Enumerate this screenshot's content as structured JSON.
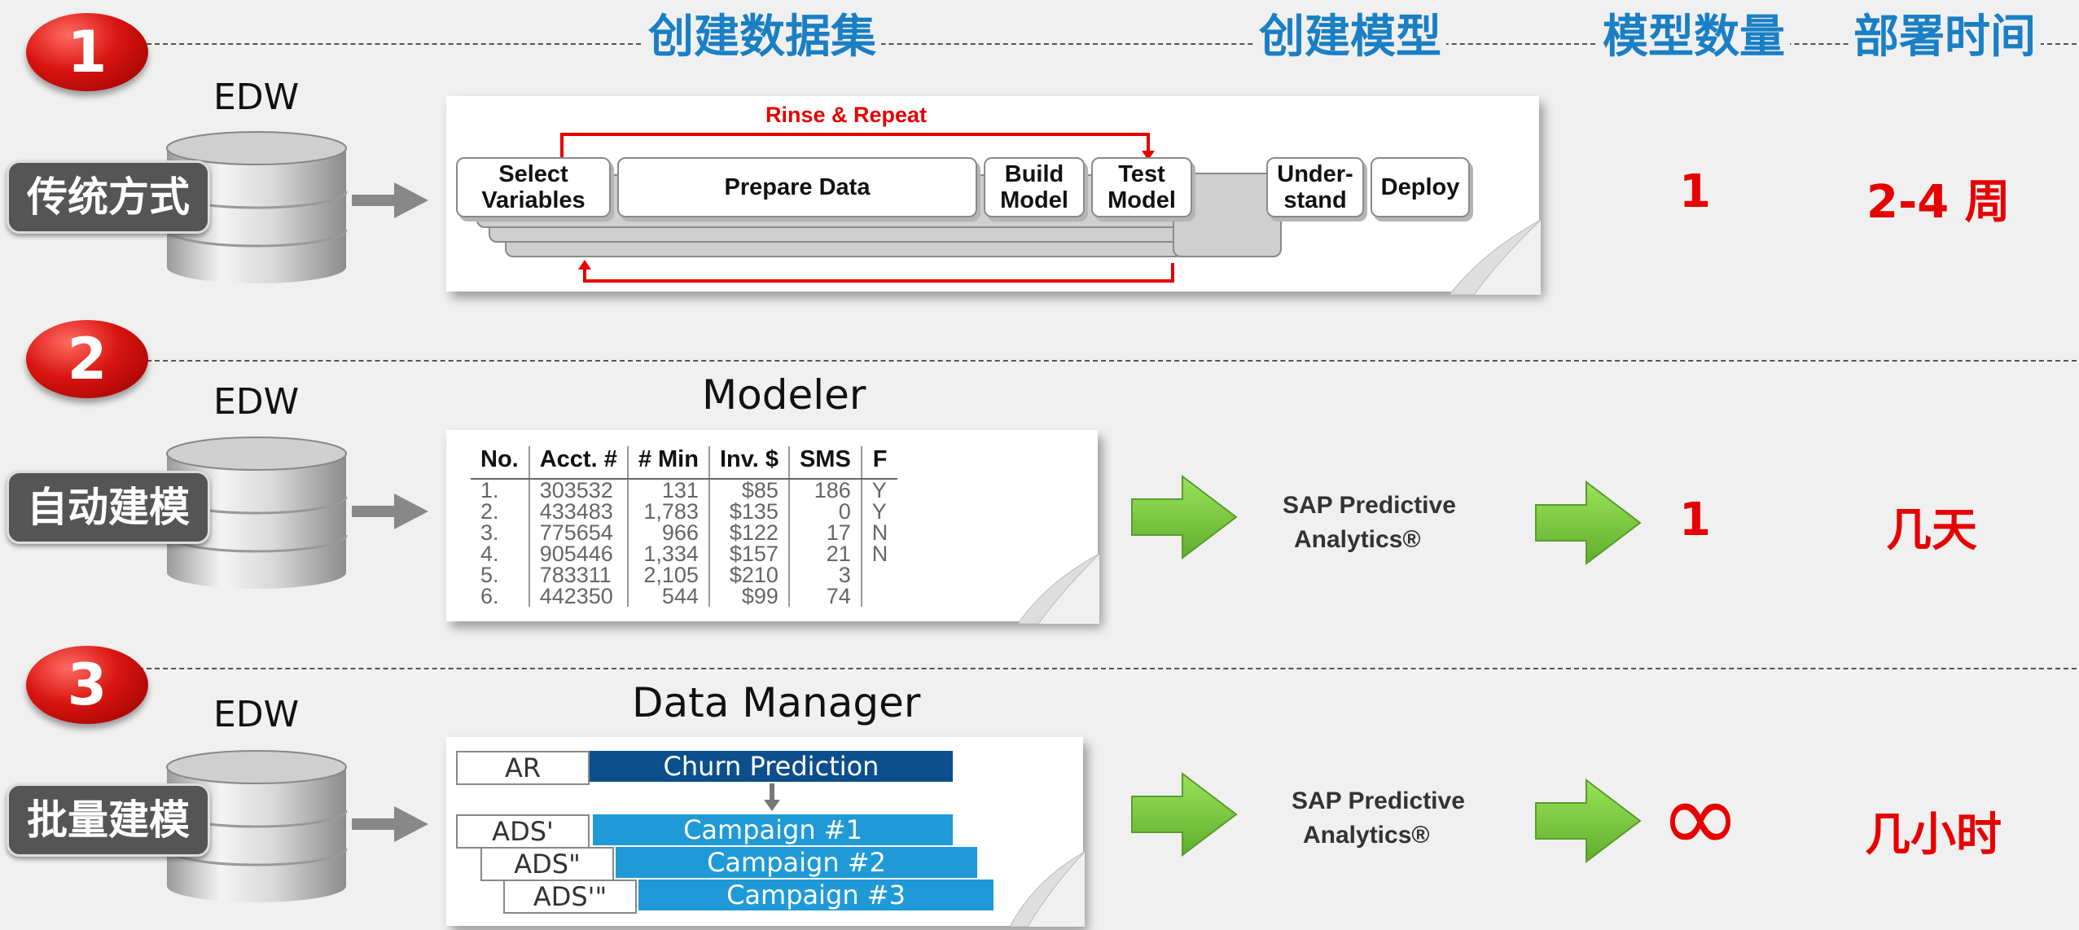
{
  "headers": {
    "create_dataset": "创建数据集",
    "create_model": "创建模型",
    "model_count": "模型数量",
    "deploy_time": "部署时间"
  },
  "rows": [
    {
      "number": "1",
      "edw": "EDW",
      "method": "传统方式",
      "count": "1",
      "time": "2-4 周"
    },
    {
      "number": "2",
      "edw": "EDW",
      "method": "自动建模",
      "count": "1",
      "time": "几天"
    },
    {
      "number": "3",
      "edw": "EDW",
      "method": "批量建模",
      "count": "∞",
      "time": "几小时"
    }
  ],
  "process": {
    "loop_label": "Rinse & Repeat",
    "steps": [
      {
        "line1": "Select",
        "line2": "Variables"
      },
      {
        "line1": "Prepare Data",
        "line2": ""
      },
      {
        "line1": "Build",
        "line2": "Model"
      },
      {
        "line1": "Test",
        "line2": "Model"
      },
      {
        "line1": "Under-",
        "line2": "stand"
      },
      {
        "line1": "Deploy",
        "line2": ""
      }
    ]
  },
  "modeler": {
    "title": "Modeler",
    "columns": [
      "No.",
      "Acct. #",
      "# Min",
      "Inv. $",
      "SMS",
      "F"
    ],
    "rows": [
      [
        "1.",
        "303532",
        "131",
        "$85",
        "186",
        "Y"
      ],
      [
        "2.",
        "433483",
        "1,783",
        "$135",
        "0",
        "Y"
      ],
      [
        "3.",
        "775654",
        "966",
        "$122",
        "17",
        "N"
      ],
      [
        "4.",
        "905446",
        "1,334",
        "$157",
        "21",
        "N"
      ],
      [
        "5.",
        "783311",
        "2,105",
        "$210",
        "3",
        ""
      ],
      [
        "6.",
        "442350",
        "544",
        "$99",
        "74",
        ""
      ]
    ]
  },
  "data_manager": {
    "title": "Data Manager",
    "top_left": "AR",
    "top_right": "Churn Prediction",
    "items": [
      {
        "left": "ADS'",
        "right": "Campaign #1"
      },
      {
        "left": "ADS\"",
        "right": "Campaign #2"
      },
      {
        "left": "ADS'\"",
        "right": "Campaign #3"
      }
    ]
  },
  "sap": {
    "line1": "SAP Predictive",
    "line2": "Analytics®"
  },
  "colors": {
    "header_blue": "#1a7fc4",
    "accent_red": "#e60000",
    "arrow_green": "#7ac943",
    "badge_red": "#d8140f"
  }
}
